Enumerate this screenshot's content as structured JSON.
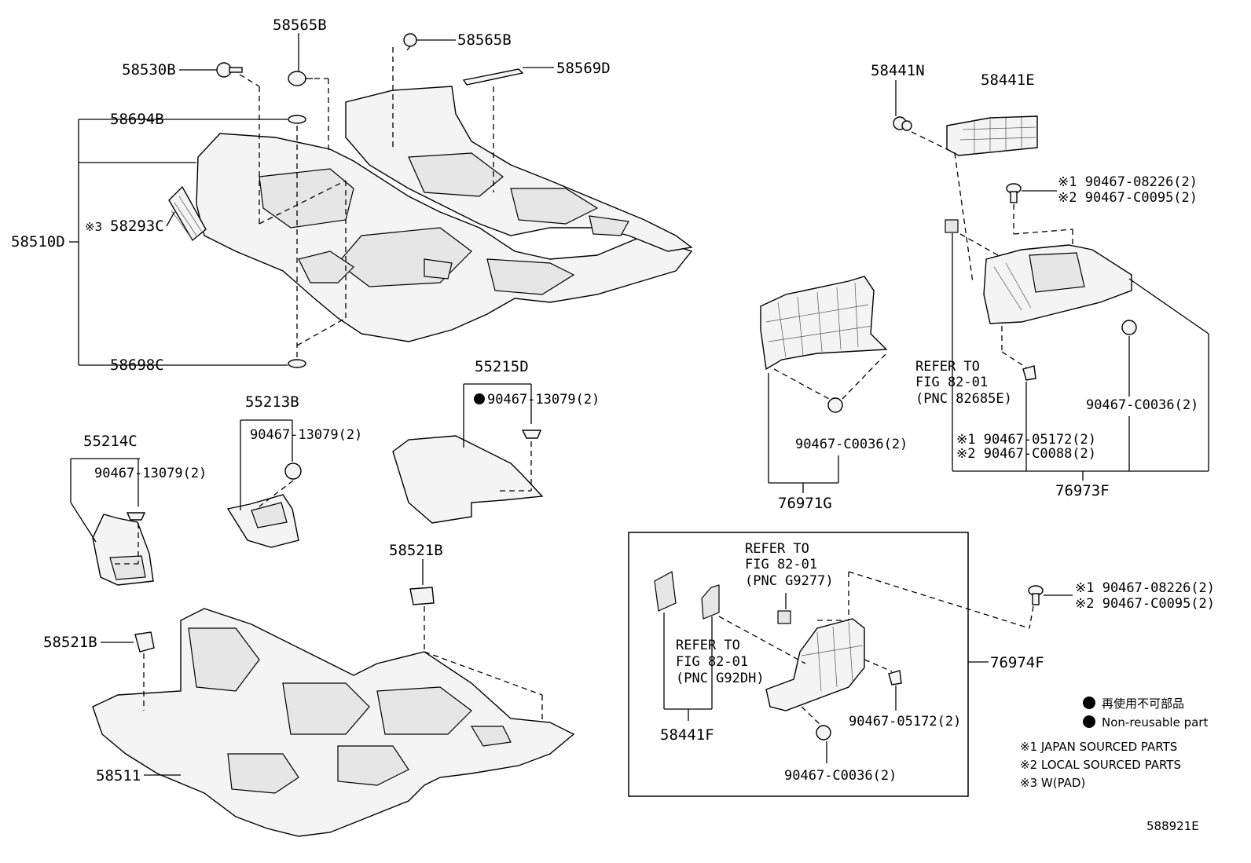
{
  "labels": {
    "l58565B_a": "58565B",
    "l58565B_b": "58565B",
    "l58530B": "58530B",
    "l58569D": "58569D",
    "l58694B": "58694B",
    "l58510D": "58510D",
    "l58293C_mark": "※3",
    "l58293C": "58293C",
    "l58698C": "58698C",
    "l55215D": "55215D",
    "l55215D_clip": "90467-13079(2)",
    "l55213B": "55213B",
    "l55213B_clip": "90467-13079(2)",
    "l55214C": "55214C",
    "l55214C_clip": "90467-13079(2)",
    "l58521B_a": "58521B",
    "l58521B_b": "58521B",
    "l58511": "58511",
    "l58441N": "58441N",
    "l58441E": "58441E",
    "l_clip_top_1": "※1 90467-08226(2)",
    "l_clip_top_2": "※2 90467-C0095(2)",
    "l_refer_a_1": "REFER TO",
    "l_refer_a_2": "FIG 82-01",
    "l_refer_a_3": "(PNC 82685E)",
    "l_c0036_right": "90467-C0036(2)",
    "l_05172_1": "※1 90467-05172(2)",
    "l_c0088_2": "※2 90467-C0088(2)",
    "l76973F": "76973F",
    "l_c0036_mid": "90467-C0036(2)",
    "l76971G": "76971G",
    "l_refer_b_1": "REFER TO",
    "l_refer_b_2": "FIG 82-01",
    "l_refer_b_3": "(PNC G9277)",
    "l_refer_c_1": "REFER TO",
    "l_refer_c_2": "FIG 82-01",
    "l_refer_c_3": "(PNC G92DH)",
    "l58441F": "58441F",
    "l_05172_box": "90467-05172(2)",
    "l_c0036_box": "90467-C0036(2)",
    "l76974F": "76974F",
    "l_clip_low_1": "※1 90467-08226(2)",
    "l_clip_low_2": "※2 90467-C0095(2)"
  },
  "legend": {
    "non_reusable_jp": "再使用不可部品",
    "non_reusable_en": "Non-reusable part",
    "note1": "※1 JAPAN SOURCED PARTS",
    "note2": "※2 LOCAL SOURCED PARTS",
    "note3": "※3 W(PAD)"
  },
  "figure_id": "588921E"
}
